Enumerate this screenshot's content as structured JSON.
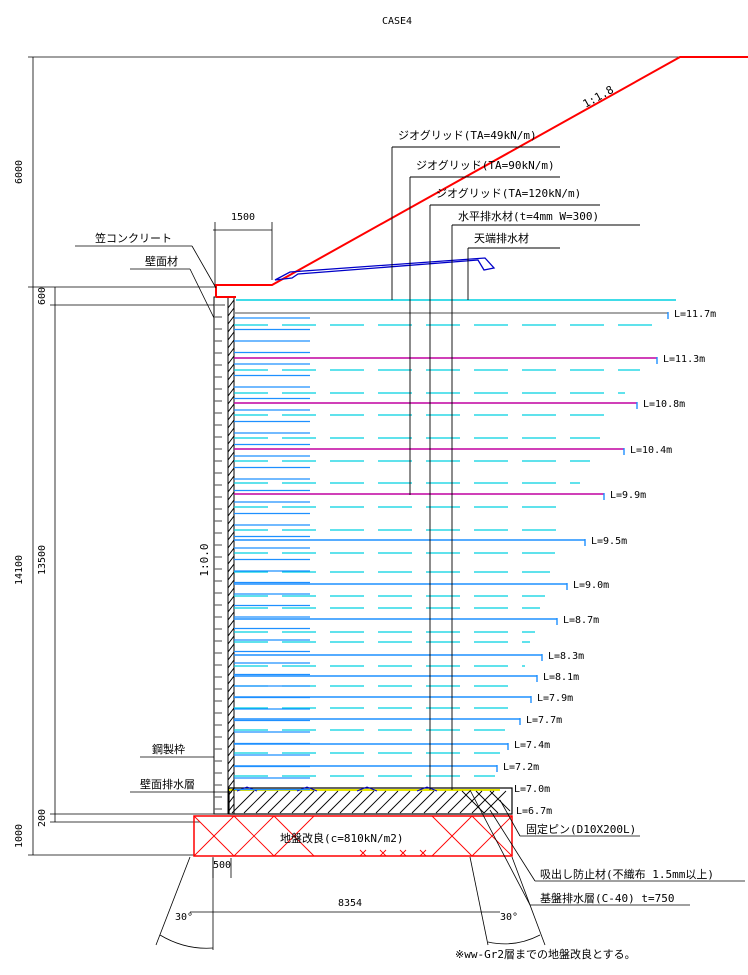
{
  "title": "CASE4",
  "dims": {
    "total_height": "6000",
    "wall_height": "14100",
    "reinforced_height": "13500",
    "top_step": "600",
    "base_thickness": "1000",
    "base_sub": "200",
    "crown_width": "1500",
    "toe_width": "500",
    "base_length": "8354"
  },
  "slope": {
    "upper": "1:1.8",
    "wall": "1:0.0"
  },
  "angles": {
    "left": "30°",
    "right": "30°"
  },
  "labels": {
    "kasa": "笠コンクリート",
    "hekimen": "壁面材",
    "grid49": "ジオグリッド(TA=49kN/m)",
    "grid90": "ジオグリッド(TA=90kN/m)",
    "grid120": "ジオグリッド(TA=120kN/m)",
    "horiz_drain": "水平排水材(t=4mm W=300)",
    "top_drain": "天端排水材",
    "steel_frame": "鋼製枠",
    "wall_drain": "壁面排水層",
    "ground_improve": "地盤改良(c=810kN/m2)",
    "pin": "固定ピン(D10X200L)",
    "anti_suck": "吸出し防止材(不織布 1.5mm以上)",
    "base_drain": "基盤排水層(C-40) t=750",
    "note": "※ww-Gr2層までの地盤改良とする。"
  },
  "lengths": [
    "L=11.7m",
    "L=11.3m",
    "L=10.8m",
    "L=10.4m",
    "L=9.9m",
    "L=9.5m",
    "L=9.0m",
    "L=8.7m",
    "L=8.3m",
    "L=8.1m",
    "L=7.9m",
    "L=7.7m",
    "L=7.4m",
    "L=7.2m",
    "L=7.0m",
    "L=6.7m"
  ],
  "colors": {
    "outline": "#ff0000",
    "grid49": "#1e90ff",
    "grid90": "#00d0e0",
    "grid120": "#c000a0",
    "drain": "#0000c8",
    "yellow": "#e6e600"
  }
}
